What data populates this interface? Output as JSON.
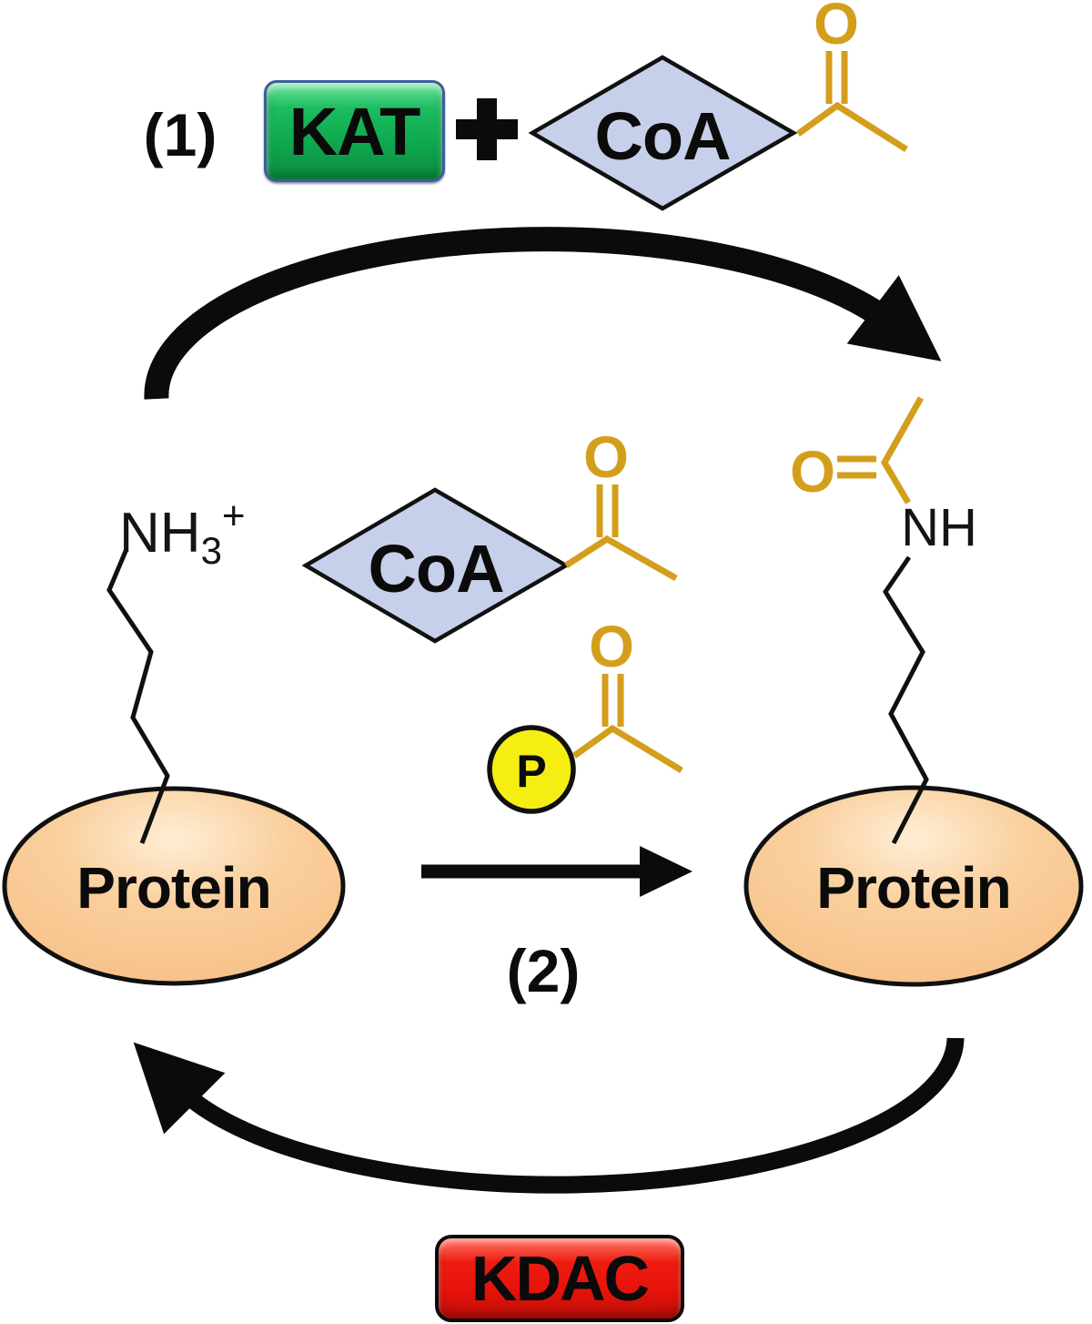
{
  "diagram": {
    "description": "Lysine acetylation / deacetylation cycle",
    "step1_label": "(1)",
    "step2_label": "(2)",
    "plus_sign": "+",
    "enzymes": {
      "acetyltransferase": "KAT",
      "deacetylase": "KDAC"
    },
    "coa": {
      "top_label": "CoA",
      "middle_label": "CoA"
    },
    "p_group_label": "P",
    "proteins": {
      "left_label": "Protein",
      "right_label": "Protein"
    },
    "amine": {
      "base": "NH",
      "subscript": "3",
      "superscript": "+"
    },
    "amide_label": "NH",
    "atoms": {
      "oxygen": "O"
    },
    "colors": {
      "kat_green": "#10A94F",
      "kdac_red": "#E5130B",
      "coa_diamond_blue": "#C7D0EA",
      "protein_peach": "#F8C28E",
      "p_circle_yellow": "#F6ED13",
      "bond_orange": "#D49E1D",
      "line_black": "#0B0B0B",
      "background": "#FFFFFF"
    }
  }
}
